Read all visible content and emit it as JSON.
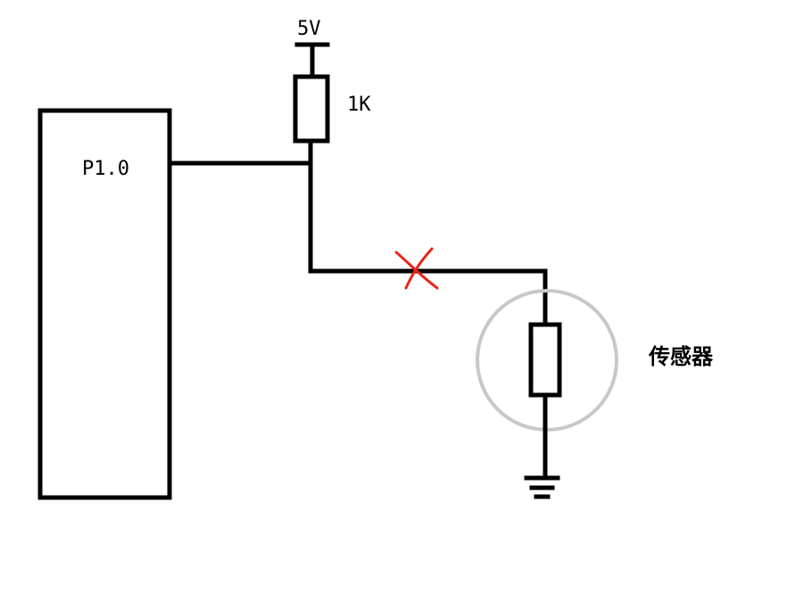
{
  "diagram": {
    "supply_label": "5V",
    "pullup_label": "1K",
    "mcu_pin_label": "P1.0",
    "sensor_label": "传感器",
    "colors": {
      "wire": "#000000",
      "fault_mark": "#e8241c",
      "sensor_highlight": "#c8c8c8",
      "background": "#ffffff"
    },
    "icons": {
      "fault_mark": "cross-icon",
      "ground": "ground-icon"
    }
  }
}
